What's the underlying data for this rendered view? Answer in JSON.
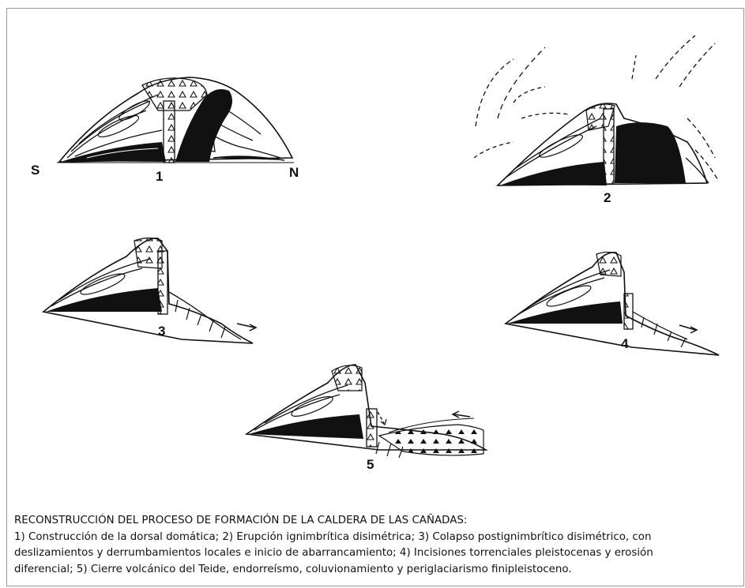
{
  "figure": {
    "orientation": {
      "south": "S",
      "north": "N"
    },
    "stage_numbers": [
      "1",
      "2",
      "3",
      "4",
      "5"
    ]
  },
  "caption": {
    "title": "RECONSTRUCCIÓN DEL PROCESO DE FORMACIÓN DE LA CALDERA DE LAS CAÑADAS:",
    "line1": "1) Construcción de la dorsal domática; 2) Erupción ignimbrítica disimétrica; 3) Colapso postignimbrítico disimétrico, con",
    "line2": "deslizamientos y derrumbamientos locales e inicio de abarrancamiento; 4) Incisiones torrenciales pleistocenas y erosión",
    "line3": "diferencial; 5) Cierre volcánico del Teide, endorreísmo, coluvionamiento y periglaciarismo finipleistoceno."
  }
}
